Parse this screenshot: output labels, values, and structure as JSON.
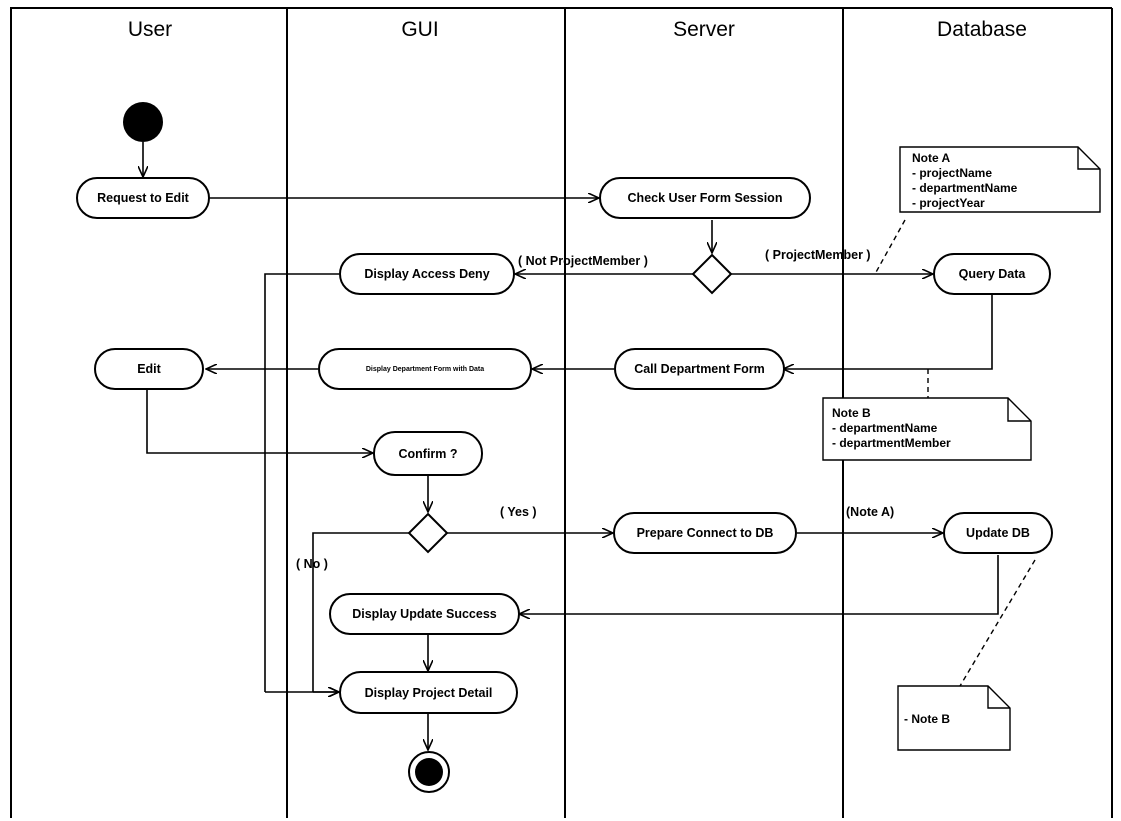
{
  "lanes": [
    "User",
    "GUI",
    "Server",
    "Database"
  ],
  "actions": {
    "request_to_edit": "Request to Edit",
    "check_user_form_session": "Check User Form Session",
    "query_data": "Query Data",
    "display_access_deny": "Display Access Deny",
    "edit": "Edit",
    "display_department_form": "Display Department Form with Data",
    "call_department_form": "Call Department Form",
    "confirm": "Confirm ?",
    "prepare_connect_db": "Prepare Connect to DB",
    "update_db": "Update DB",
    "display_update_success": "Display Update Success",
    "display_project_detail": "Display Project Detail"
  },
  "guards": {
    "not_project_member": "( Not ProjectMember )",
    "project_member": "( ProjectMember )",
    "yes": "( Yes )",
    "no": "( No )",
    "note_a_ref": "(Note A)"
  },
  "notes": {
    "note_a": [
      "Note A",
      "- projectName",
      "- departmentName",
      "- projectYear"
    ],
    "note_b": [
      "Note B",
      "- departmentName",
      "- departmentMember"
    ],
    "note_c": [
      "- Note B"
    ]
  }
}
